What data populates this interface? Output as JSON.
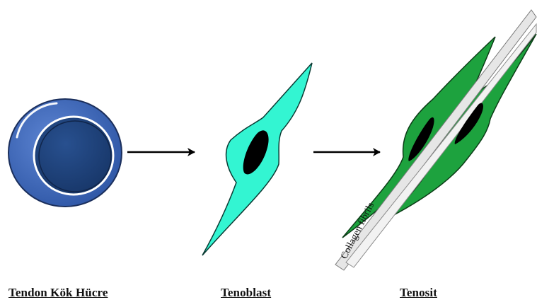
{
  "stages": [
    {
      "label": "Tendon Kök Hücre"
    },
    {
      "label": "Tenoblast"
    },
    {
      "label": "Tenosit"
    }
  ],
  "annotations": {
    "fibrils_label": "Collagen fibrils"
  },
  "colors": {
    "stem_cell_outer": "#3E66B7",
    "stem_cell_inner": "#1E3F7E",
    "tenoblast_body": "#33F5D2",
    "tenocyte_body": "#1DA23E",
    "nucleus": "#000000",
    "fibril": "#E6E6E6",
    "arrow": "#000000"
  }
}
